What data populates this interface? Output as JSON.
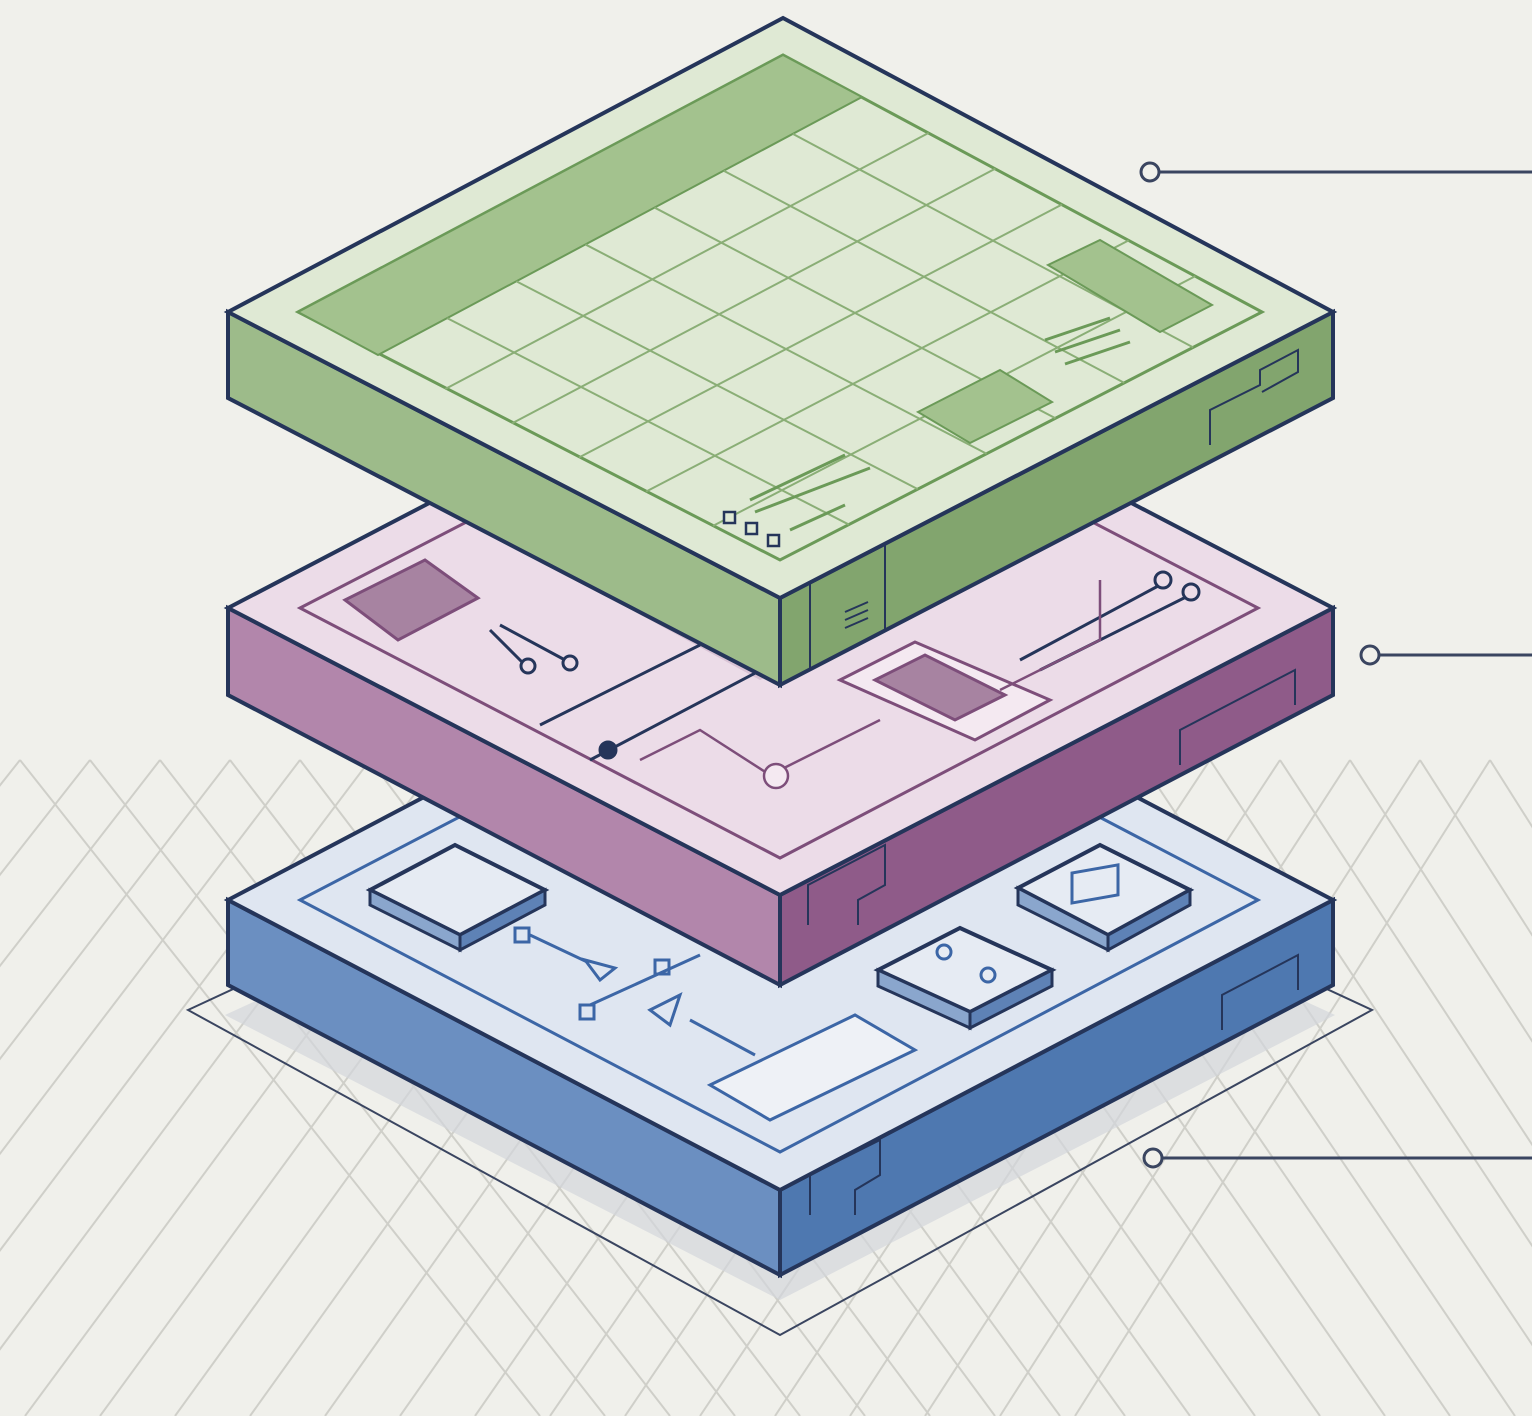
{
  "layers": [
    {
      "id": "presentation",
      "fill_top": "#dfe9d4",
      "fill_side": "#8fb07c",
      "stroke": "#6b9a58",
      "accent": "#a3c28e"
    },
    {
      "id": "logic",
      "fill_top": "#ecdce8",
      "fill_side": "#a06f99",
      "stroke": "#7d4e7a",
      "accent": "#a783a1"
    },
    {
      "id": "infrastructure",
      "fill_top": "#dfe6f1",
      "fill_side": "#5f86ba",
      "stroke": "#3c66a6",
      "accent": "#c9d5e8"
    }
  ],
  "colors": {
    "background": "#f0f0eb",
    "outline": "#25355a",
    "leader": "#3a4560"
  }
}
